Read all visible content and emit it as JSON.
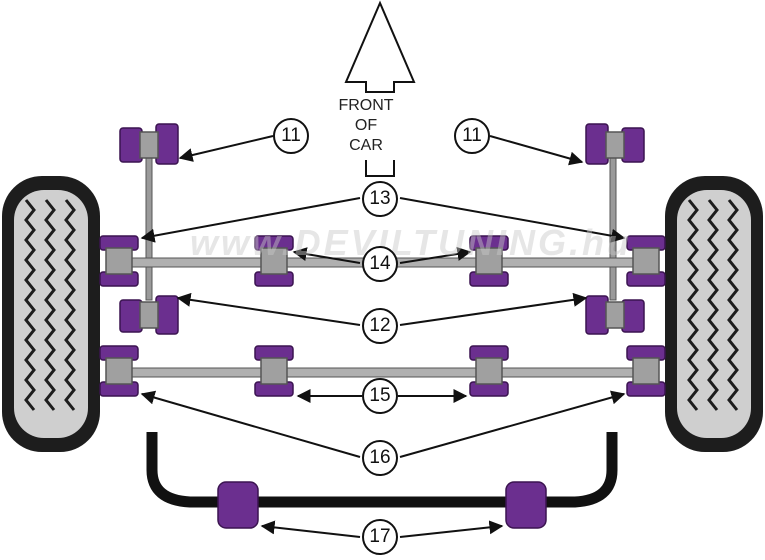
{
  "front_label": [
    "FRONT",
    "OF",
    "CAR"
  ],
  "callouts": [
    "11",
    "11",
    "13",
    "14",
    "12",
    "15",
    "16",
    "17"
  ],
  "watermark": "www.DEVILTUNING.hu",
  "colors": {
    "bush": "#6b2f8f",
    "bush_dark": "#3b1450",
    "metal": "#9a9a9a",
    "tyre": "#1d1d1d",
    "tyre_face": "#cfcfcf"
  }
}
